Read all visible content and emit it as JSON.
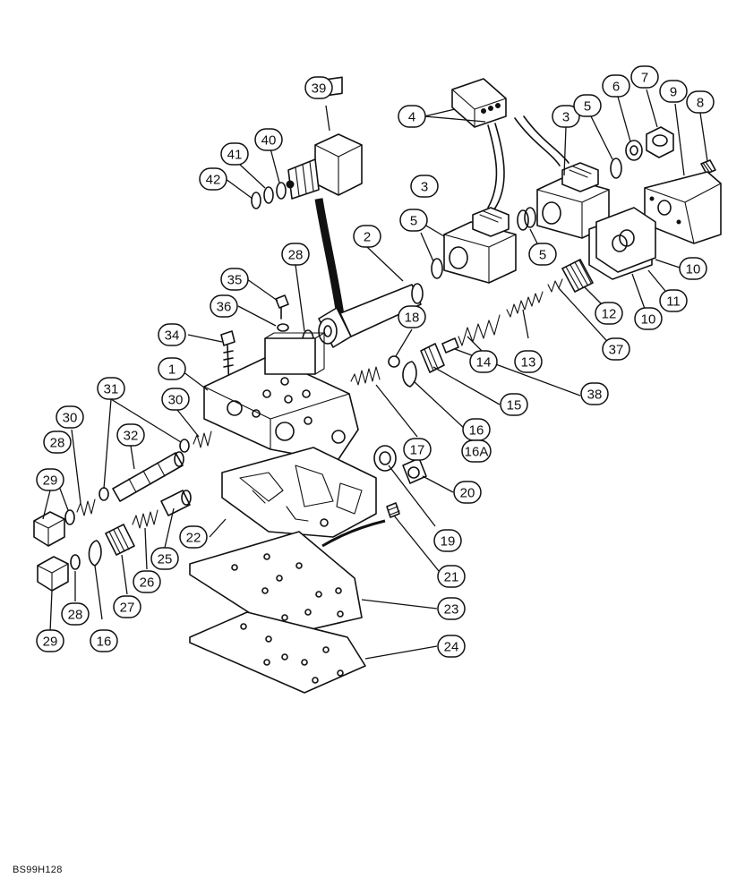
{
  "figure_id": "BS99H128",
  "callouts": [
    {
      "id": "c1",
      "label": "1"
    },
    {
      "id": "c2",
      "label": "2"
    },
    {
      "id": "c3a",
      "label": "3"
    },
    {
      "id": "c3b",
      "label": "3"
    },
    {
      "id": "c4",
      "label": "4"
    },
    {
      "id": "c5a",
      "label": "5"
    },
    {
      "id": "c5b",
      "label": "5"
    },
    {
      "id": "c5c",
      "label": "5"
    },
    {
      "id": "c6",
      "label": "6"
    },
    {
      "id": "c7",
      "label": "7"
    },
    {
      "id": "c8",
      "label": "8"
    },
    {
      "id": "c9",
      "label": "9"
    },
    {
      "id": "c10a",
      "label": "10"
    },
    {
      "id": "c10b",
      "label": "10"
    },
    {
      "id": "c11",
      "label": "11"
    },
    {
      "id": "c12",
      "label": "12"
    },
    {
      "id": "c13",
      "label": "13"
    },
    {
      "id": "c14",
      "label": "14"
    },
    {
      "id": "c15",
      "label": "15"
    },
    {
      "id": "c16a",
      "label": "16"
    },
    {
      "id": "c16b",
      "label": "16"
    },
    {
      "id": "c16A",
      "label": "16A"
    },
    {
      "id": "c17",
      "label": "17"
    },
    {
      "id": "c18",
      "label": "18"
    },
    {
      "id": "c19",
      "label": "19"
    },
    {
      "id": "c20",
      "label": "20"
    },
    {
      "id": "c21",
      "label": "21"
    },
    {
      "id": "c22",
      "label": "22"
    },
    {
      "id": "c23",
      "label": "23"
    },
    {
      "id": "c24",
      "label": "24"
    },
    {
      "id": "c25",
      "label": "25"
    },
    {
      "id": "c26",
      "label": "26"
    },
    {
      "id": "c27",
      "label": "27"
    },
    {
      "id": "c28a",
      "label": "28"
    },
    {
      "id": "c28b",
      "label": "28"
    },
    {
      "id": "c28c",
      "label": "28"
    },
    {
      "id": "c29a",
      "label": "29"
    },
    {
      "id": "c29b",
      "label": "29"
    },
    {
      "id": "c30a",
      "label": "30"
    },
    {
      "id": "c30b",
      "label": "30"
    },
    {
      "id": "c31",
      "label": "31"
    },
    {
      "id": "c32",
      "label": "32"
    },
    {
      "id": "c34",
      "label": "34"
    },
    {
      "id": "c35",
      "label": "35"
    },
    {
      "id": "c36",
      "label": "36"
    },
    {
      "id": "c37",
      "label": "37"
    },
    {
      "id": "c38",
      "label": "38"
    },
    {
      "id": "c39",
      "label": "39"
    },
    {
      "id": "c40",
      "label": "40"
    },
    {
      "id": "c41",
      "label": "41"
    },
    {
      "id": "c42",
      "label": "42"
    }
  ]
}
